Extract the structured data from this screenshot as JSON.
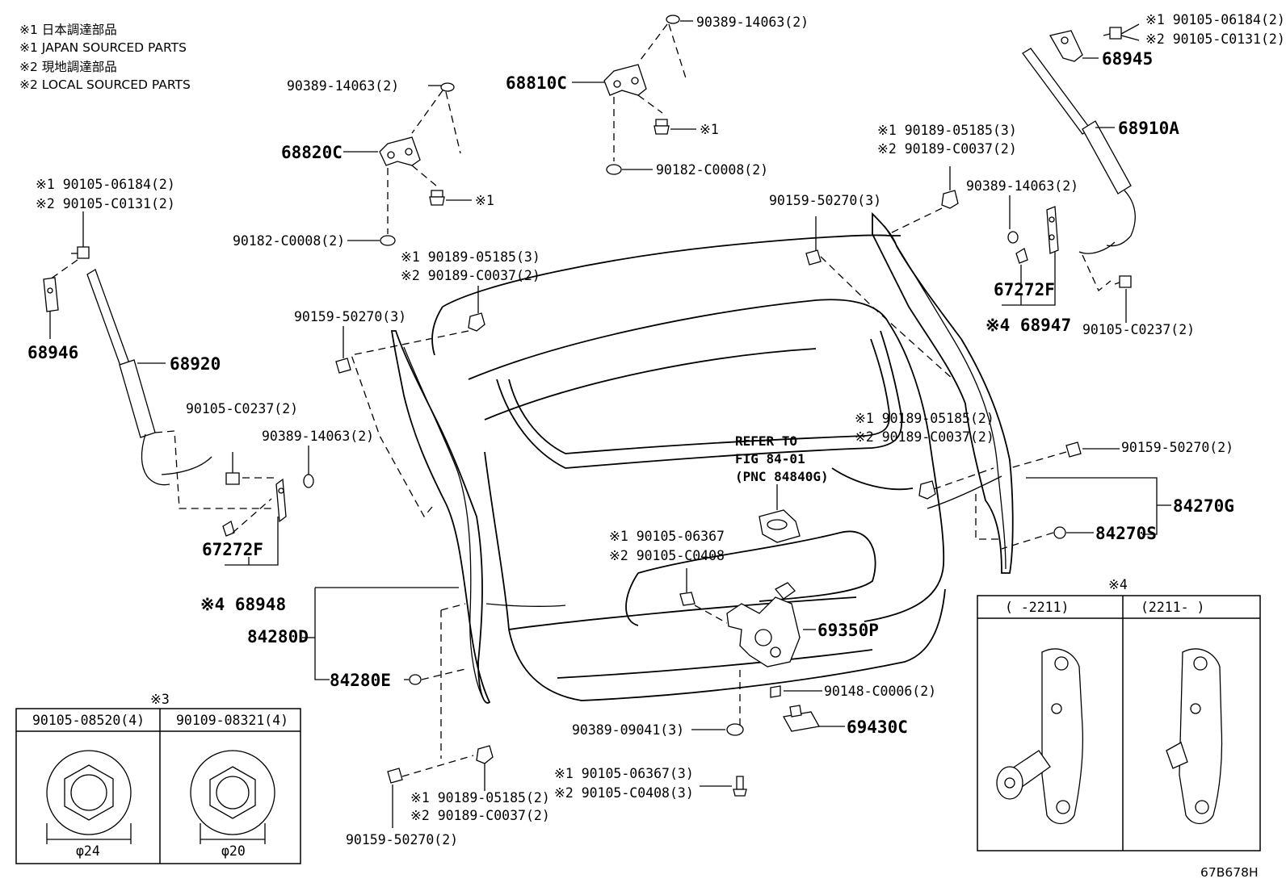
{
  "notes": [
    "※1 日本調達部品",
    "※1 JAPAN SOURCED PARTS",
    "※2 現地調達部品",
    "※2 LOCAL SOURCED PARTS"
  ],
  "callouts": {
    "c90389_top": "90389-14063(2)",
    "c68810C": "68810C",
    "c90389_left": "90389-14063(2)",
    "c68820C": "68820C",
    "c_star1_a": "※1",
    "c90182_top": "90182-C0008(2)",
    "c_star1_b": "※1",
    "c90182_left": "90182-C0008(2)",
    "c_r_9010506184": "※1 90105-06184(2)",
    "c_r_90105C0131": "※2 90105-C0131(2)",
    "c68945": "68945",
    "c68910A": "68910A",
    "c_m_9018905185": "※1 90189-05185(3)",
    "c_m_90189C0037": "※2 90189-C0037(2)",
    "c90159_top": "90159-50270(3)",
    "c90389_right": "90389-14063(2)",
    "c67272F_right": "67272F",
    "c68947": "※4 68947",
    "c90105C0237_right": "90105-C0237(2)",
    "c_l_9010506184": "※1 90105-06184(2)",
    "c_l_90105C0131": "※2 90105-C0131(2)",
    "c_c_9018905185": "※1 90189-05185(3)",
    "c_c_90189C0037": "※2 90189-C0037(2)",
    "c90159_left": "90159-50270(3)",
    "c68946": "68946",
    "c68920": "68920",
    "c90105C0237_left": "90105-C0237(2)",
    "c90389_mid": "90389-14063(2)",
    "c67272F_left": "67272F",
    "c68948": "※4 68948",
    "c84280D": "84280D",
    "c84280E": "84280E",
    "ref1": "REFER TO",
    "ref2": "FIG 84-01",
    "ref3": "(PNC 84840G)",
    "c_rm_9018905185": "※1 90189-05185(2)",
    "c_rm_90189C0037": "※2 90189-C0037(2)",
    "c90159_right": "90159-50270(2)",
    "c84270G": "84270G",
    "c84270S": "84270S",
    "c_9010506367": "※1 90105-06367",
    "c_90105C0408": "※2 90105-C0408",
    "c69350P": "69350P",
    "c90148": "90148-C0006(2)",
    "c69430C": "69430C",
    "c90389_09041": "90389-09041(3)",
    "c_b_9010506367": "※1 90105-06367(3)",
    "c_b_90105C0408": "※2 90105-C0408(3)",
    "c_bl_9018905185": "※1 90189-05185(2)",
    "c_bl_90189C0037": "※2 90189-C0037(2)",
    "c90159_bottom": "90159-50270(2)"
  },
  "table3": {
    "mark": "※3",
    "col1_part": "90105-08520(4)",
    "col2_part": "90109-08321(4)",
    "col1_dim": "φ24",
    "col2_dim": "φ20"
  },
  "table4": {
    "mark": "※4",
    "col1_head": "(    -2211)",
    "col2_head": "(2211-    )"
  },
  "figure_code": "67B678H"
}
